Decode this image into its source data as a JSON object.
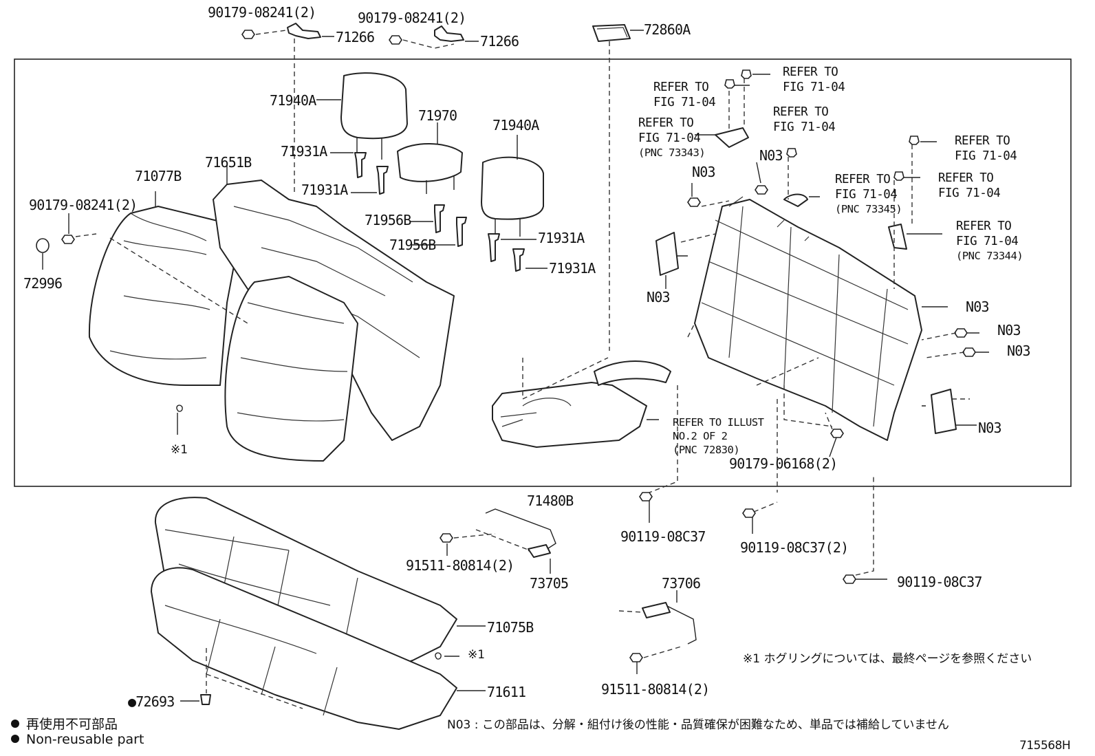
{
  "figure_id": "715568H",
  "legend": {
    "symbol": "●",
    "non_reusable_jp": "再使用不可部品",
    "non_reusable_en": "Non-reusable part"
  },
  "notes": {
    "hog_ring_mark": "※1",
    "hog_ring_note": "※1  ホグリングについては、最終ページを参照ください",
    "n03_note": "N03 : この部品は、分解・組付け後の性能・品質確保が困難なため、単品では補給していません"
  },
  "labels": {
    "bolt_90179_08241_a": "90179-08241(2)",
    "bolt_90179_08241_b": "90179-08241(2)",
    "bolt_90179_08241_c": "90179-08241(2)",
    "bracket_71266_a": "71266",
    "bracket_71266_b": "71266",
    "part_72860a": "72860A",
    "headrest_71940a_left": "71940A",
    "headrest_71940a_right": "71940A",
    "headrest_71970": "71970",
    "support_71931a_1": "71931A",
    "support_71931a_2": "71931A",
    "support_71931a_3": "71931A",
    "support_71931a_4": "71931A",
    "guide_71956b_1": "71956B",
    "guide_71956b_2": "71956B",
    "cover_71077b": "71077B",
    "pad_71651b": "71651B",
    "cap_72996": "72996",
    "hog_ring_mark_left": "※1",
    "hog_ring_mark_bottom": "※1",
    "frame_71480b": "71480B",
    "cover_71075b": "71075B",
    "pad_71611": "71611",
    "clip_72693": "●72693",
    "hook_73705": "73705",
    "hook_73706": "73706",
    "bolt_91511_80814_a": "91511-80814(2)",
    "bolt_91511_80814_b": "91511-80814(2)",
    "bolt_90119_08c37_a": "90119-08C37",
    "bolt_90119_08c37_b": "90119-08C37(2)",
    "bolt_90119_08c37_c": "90119-08C37",
    "bolt_90179_06168": "90179-06168(2)",
    "n03_1": "N03",
    "n03_2": "N03",
    "n03_3": "N03",
    "n03_4": "N03",
    "n03_5": "N03",
    "n03_6": "N03",
    "n03_7": "N03",
    "ref_1_line1": "REFER TO",
    "ref_1_line2": "FIG 71-04",
    "ref_2_line1": "REFER TO",
    "ref_2_line2": "FIG 71-04",
    "ref_3_line1": "REFER TO",
    "ref_3_line2": "FIG 71-04",
    "ref_3_line3": "(PNC 73343)",
    "ref_4_line1": "REFER TO",
    "ref_4_line2": "FIG 71-04",
    "ref_5_line1": "REFER TO",
    "ref_5_line2": "FIG 71-04",
    "ref_5_line3": "(PNC 73345)",
    "ref_6_line1": "REFER TO",
    "ref_6_line2": "FIG 71-04",
    "ref_7_line1": "REFER TO",
    "ref_7_line2": "FIG 71-04",
    "ref_8_line1": "REFER TO",
    "ref_8_line2": "FIG 71-04",
    "ref_8_line3": "(PNC 73344)",
    "ref_illust_line1": "REFER TO ILLUST",
    "ref_illust_line2": "NO.2 OF 2",
    "ref_illust_line3": "(PNC 72830)"
  }
}
